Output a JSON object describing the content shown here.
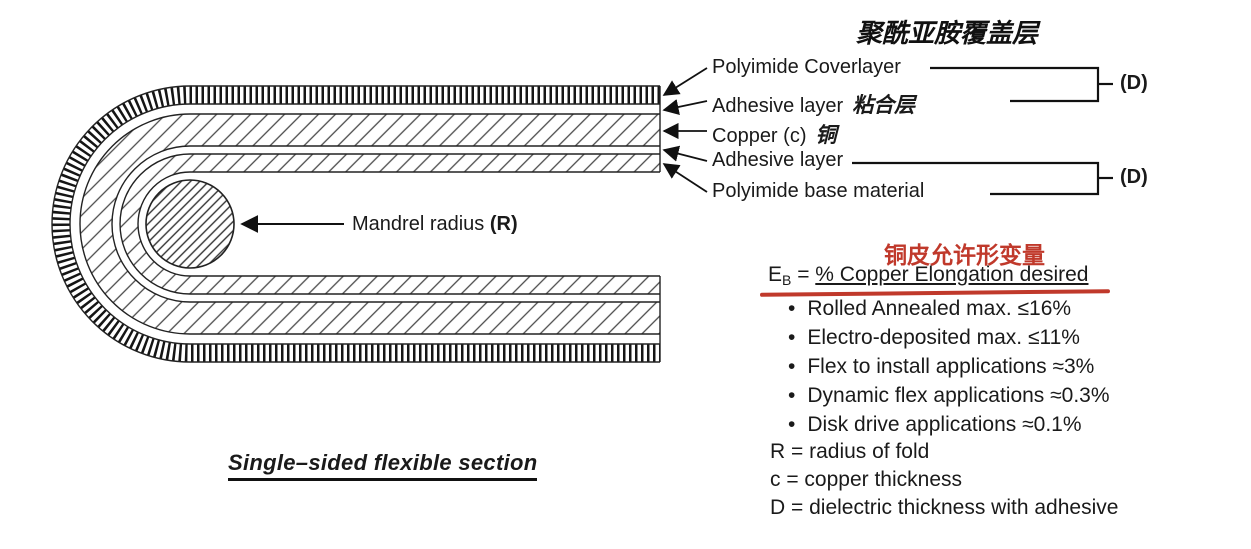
{
  "colors": {
    "ink": "#1a1a1a",
    "accent_red": "#c0392b"
  },
  "stack": {
    "heading_zh": "聚酰亚胺覆盖层",
    "dielectric_marker": "(D)",
    "layers": [
      {
        "label": "Polyimide Coverlayer",
        "zh": ""
      },
      {
        "label": "Adhesive layer",
        "zh": "粘合层"
      },
      {
        "label": "Copper (c)",
        "zh": "铜"
      },
      {
        "label": "Adhesive layer",
        "zh": ""
      },
      {
        "label": "Polyimide base material",
        "zh": ""
      }
    ]
  },
  "mandrel": {
    "label": "Mandrel radius",
    "symbol": "(R)"
  },
  "caption": "Single–sided flexible section",
  "notes": {
    "heading_zh": "铜皮允许形变量",
    "elongation": {
      "e": "E",
      "sub": "B",
      "eq": " = ",
      "underlined": "% Copper Elongation desired"
    },
    "bullet_glyph": "•",
    "bullets": [
      "Rolled Annealed max. ≤16%",
      "Electro-deposited max. ≤11%",
      "Flex to install applications ≈3%",
      "Dynamic flex applications ≈0.3%",
      "Disk drive applications ≈0.1%"
    ],
    "legend": [
      "R = radius of fold",
      "c = copper thickness",
      "D = dielectric thickness with adhesive"
    ]
  }
}
